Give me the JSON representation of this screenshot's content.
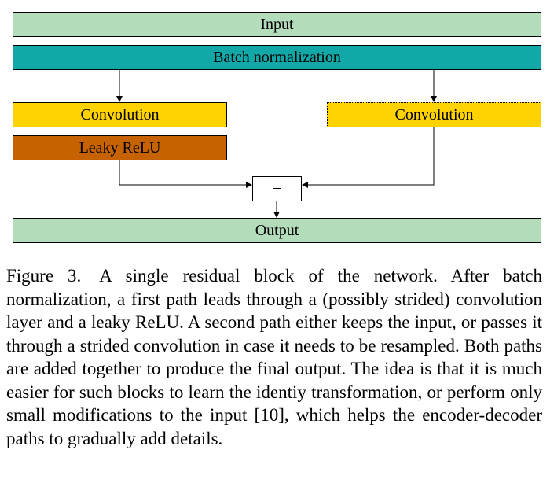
{
  "diagram": {
    "input_label": "Input",
    "batchnorm_label": "Batch normalization",
    "conv_left_label": "Convolution",
    "leaky_relu_label": "Leaky ReLU",
    "conv_right_label": "Convolution",
    "add_label": "+",
    "output_label": "Output"
  },
  "caption": {
    "text": "Figure 3. A single residual block of the network. After batch normalization, a first path leads through a (possibly strided) convolution layer and a leaky ReLU. A second path either keeps the input, or passes it through a strided convolution in case it needs to be resampled. Both paths are added together to produce the final output. The idea is that it is much easier for such blocks to learn the identiy transformation, or perform only small modifications to the input [10], which helps the encoder-decoder paths to gradually add details."
  },
  "colors": {
    "input_output_fill": "#b3dcbb",
    "batchnorm_fill": "#13a8a8",
    "convolution_fill": "#ffd200",
    "leaky_relu_fill": "#c66200"
  }
}
